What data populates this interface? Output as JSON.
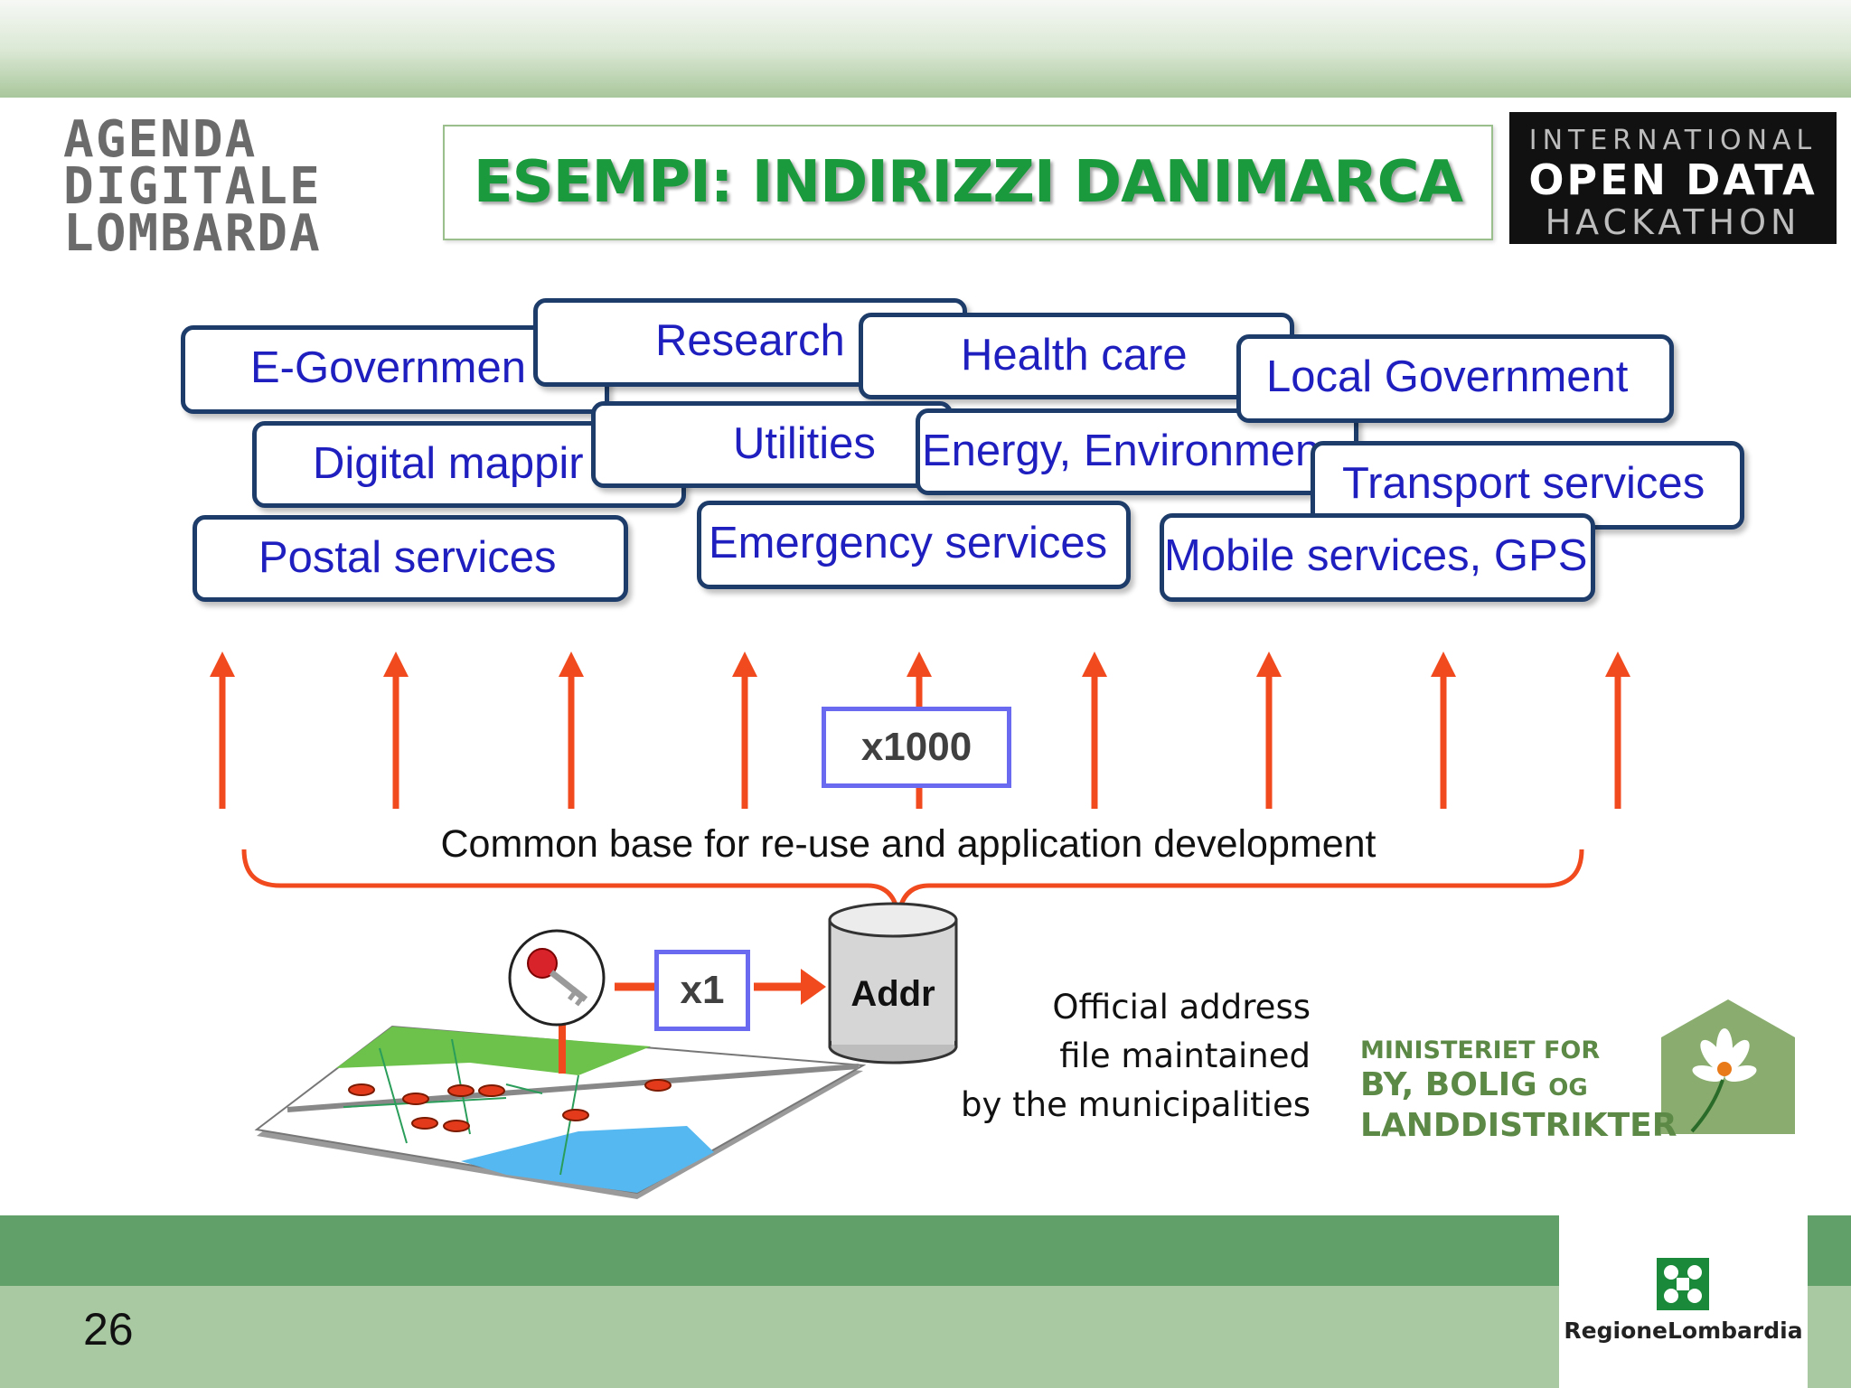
{
  "header": {
    "title": "ESEMPI: INDIRIZZI DANIMARCA",
    "logo_left": {
      "line1": "AGENDA",
      "line2": "DIGITALE",
      "line3": "LOMBARDA"
    },
    "logo_right": {
      "line1": "INTERNATIONAL",
      "line2": "OPEN DATA",
      "line3": "HACKATHON"
    }
  },
  "applications": [
    "E-Governmen",
    "Research",
    "Health care",
    "Local Government",
    "Digital mappir",
    "Utilities",
    "Energy, Environmen",
    "Transport services",
    "Postal services",
    "Emergency services",
    "Mobile services, GPS"
  ],
  "diagram": {
    "multiplier_reuse": "x1000",
    "common_base": "Common base for re-use and application development",
    "multiplier_source": "x1",
    "database_label": "Addr",
    "official_text": [
      "Official address",
      "file maintained",
      "by the municipalities"
    ]
  },
  "ministry": {
    "line1": "MINISTERIET FOR",
    "line2": "BY, BOLIG",
    "line2_small": "OG",
    "line3": "LANDDISTRIKTER"
  },
  "footer": {
    "slide_number": "26",
    "region_brand": "RegioneLombardia"
  },
  "colors": {
    "title_green": "#1a9a3c",
    "box_border": "#1d3c6a",
    "box_text": "#1f1fbf",
    "arrow_red": "#f04a1e",
    "multiplier_border": "#6a6af0",
    "footer_dark": "#62a06a",
    "footer_light": "#a9c9a3"
  }
}
